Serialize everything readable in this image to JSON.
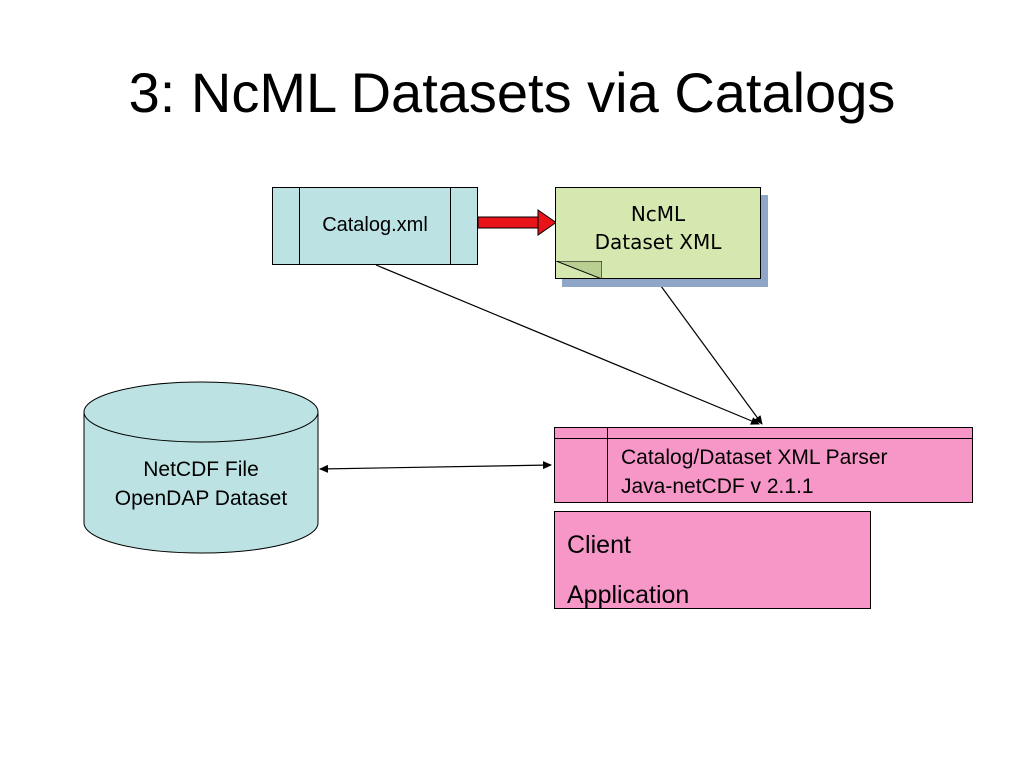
{
  "title": "3: NcML Datasets via Catalogs",
  "nodes": {
    "catalog": {
      "label": "Catalog.xml"
    },
    "ncml": {
      "line1": "NcML",
      "line2": "Dataset XML"
    },
    "netcdf": {
      "line1": "NetCDF File",
      "line2": "OpenDAP Dataset"
    },
    "parser": {
      "line1": "Catalog/Dataset XML Parser",
      "line2": "Java-netCDF v 2.1.1"
    },
    "client": {
      "line1": "Client",
      "line2": "Application"
    }
  },
  "colors": {
    "catalog_fill": "#bde2e3",
    "ncml_fill": "#d5e8b0",
    "ncml_shadow": "#8fa6c9",
    "netcdf_fill": "#bde2e3",
    "parser_fill": "#f797c8",
    "client_fill": "#f797c8",
    "highlight_arrow": "#e8141a"
  },
  "edges": [
    {
      "from": "catalog",
      "to": "ncml",
      "style": "thick-red-arrow"
    },
    {
      "from": "catalog",
      "to": "parser",
      "style": "arrow"
    },
    {
      "from": "ncml",
      "to": "parser",
      "style": "arrow"
    },
    {
      "from": "netcdf",
      "to": "parser",
      "style": "double-arrow"
    }
  ]
}
